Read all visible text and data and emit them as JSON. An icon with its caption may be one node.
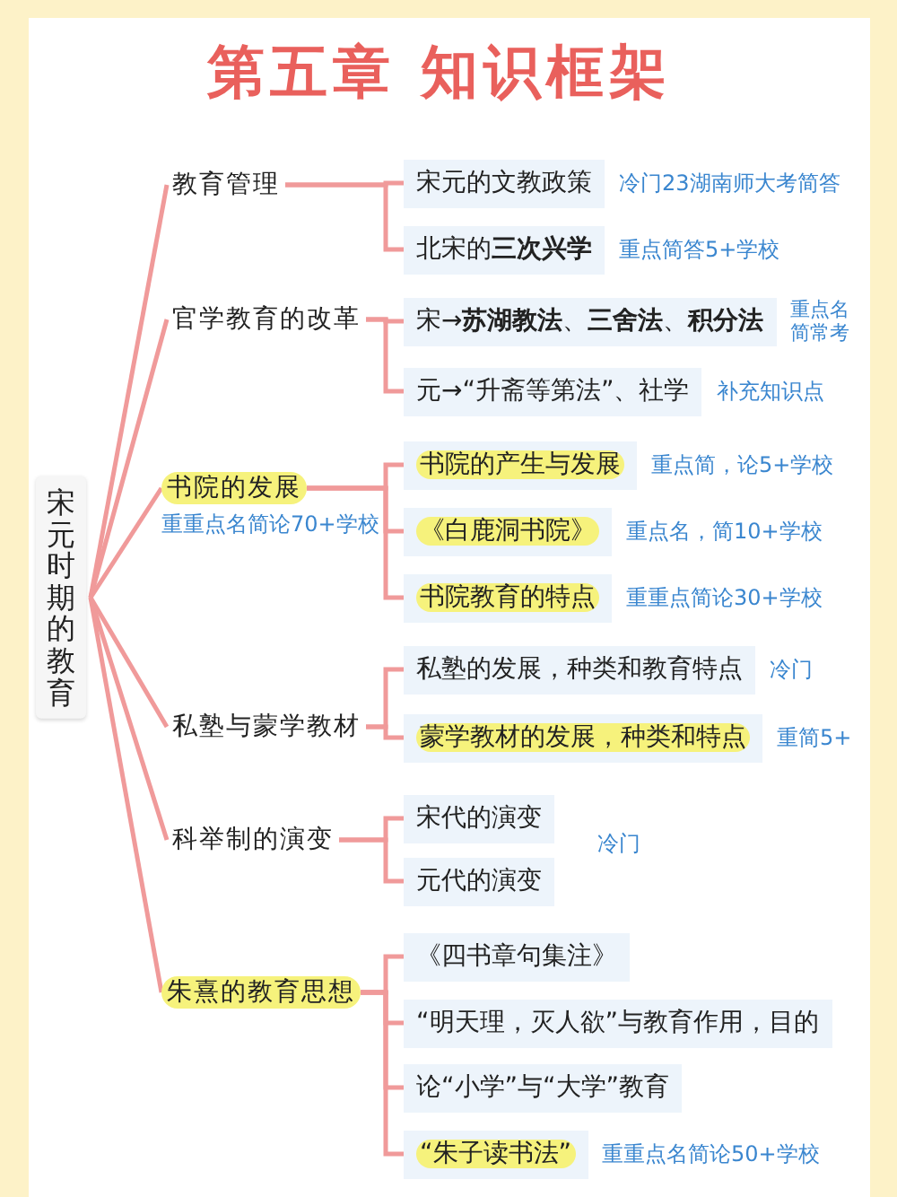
{
  "diagram": {
    "title": "第五章 知识框架",
    "nodes": [
      {
        "text": [
          "宋元时期的教育"
        ]
      },
      {
        "text": [
          "教育管理"
        ]
      },
      {
        "text": [
          "宋元的文教政策"
        ],
        "beside": [
          "冷门23湖南师大考简答"
        ]
      },
      {
        "text": [
          "北宋的**三次兴学**"
        ],
        "beside": [
          "重点简答5+学校"
        ]
      },
      {
        "text": [
          "官学教育的改革"
        ]
      },
      {
        "text": [
          "宋→**苏湖教法**、**三舍法**、**积分法**"
        ],
        "beside": [
          "重点名简常考"
        ]
      },
      {
        "text": [
          "元→“升斋等第法”、社学"
        ],
        "beside": [
          "补充知识点"
        ]
      },
      {
        "text": [
          "书院的发展"
        ],
        "beside": [
          "重重点名简论70+学校"
        ]
      },
      {
        "text": [
          "书院的产生与发展"
        ],
        "beside": [
          "重点简，论5+学校"
        ]
      },
      {
        "text": [
          "《白鹿洞书院》"
        ],
        "beside": [
          "重点名，简10+学校"
        ]
      },
      {
        "text": [
          "书院教育的特点"
        ],
        "beside": [
          "重重点简论30+学校"
        ]
      },
      {
        "text": [
          "私塾与蒙学教材"
        ]
      },
      {
        "text": [
          "私塾的发展，种类和教育特点"
        ],
        "beside": [
          "冷门"
        ]
      },
      {
        "text": [
          "蒙学教材的发展，种类和特点"
        ],
        "beside": [
          "重简5+"
        ]
      },
      {
        "text": [
          "科举制的演变"
        ]
      },
      {
        "text": [
          "宋代的演变"
        ]
      },
      {
        "text": [
          "元代的演变"
        ]
      },
      {
        "text": [
          "朱熹的教育思想"
        ]
      },
      {
        "text": [
          "《四书章句集注》"
        ]
      },
      {
        "text": [
          "“明天理，灭人欲”与教育作用，目的"
        ]
      },
      {
        "text": [
          "论“小学”与“大学”教育"
        ]
      },
      {
        "text": [
          "“朱子读书法”"
        ],
        "beside": [
          "重重点名简论50+学校"
        ]
      }
    ],
    "edges": [
      {
        "from": 0,
        "to": 1,
        "arrow": "none"
      },
      {
        "from": 0,
        "to": 4,
        "arrow": "none"
      },
      {
        "from": 0,
        "to": 7,
        "arrow": "none"
      },
      {
        "from": 0,
        "to": 11,
        "arrow": "none"
      },
      {
        "from": 0,
        "to": 14,
        "arrow": "none"
      },
      {
        "from": 0,
        "to": 17,
        "arrow": "none"
      },
      {
        "from": 1,
        "to": 2,
        "arrow": "none"
      },
      {
        "from": 1,
        "to": 3,
        "arrow": "none"
      },
      {
        "from": 4,
        "to": 5,
        "arrow": "none"
      },
      {
        "from": 4,
        "to": 6,
        "arrow": "none"
      },
      {
        "from": 7,
        "to": 8,
        "arrow": "none"
      },
      {
        "from": 7,
        "to": 9,
        "arrow": "none"
      },
      {
        "from": 7,
        "to": 10,
        "arrow": "none"
      },
      {
        "from": 11,
        "to": 12,
        "arrow": "none"
      },
      {
        "from": 11,
        "to": 13,
        "arrow": "none"
      },
      {
        "from": 14,
        "to": 15,
        "arrow": "none"
      },
      {
        "from": 14,
        "to": 16,
        "arrow": "none"
      },
      {
        "from": 17,
        "to": 18,
        "arrow": "none"
      },
      {
        "from": 17,
        "to": 19,
        "arrow": "none"
      },
      {
        "from": 17,
        "to": 20,
        "arrow": "none"
      },
      {
        "from": 17,
        "to": 21,
        "arrow": "none"
      }
    ],
    "labels": [
      "冷门"
    ]
  }
}
